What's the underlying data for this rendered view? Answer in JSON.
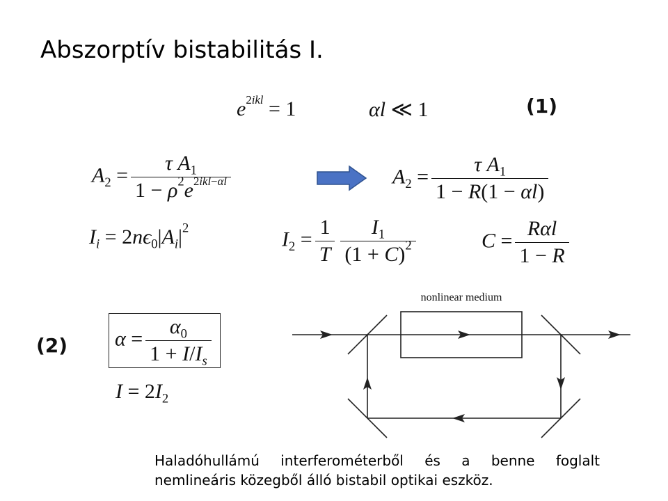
{
  "slide": {
    "title": "Abszorptív bistabilitás I.",
    "label_1": "(1)",
    "label_2": "(2)",
    "caption_line1": "Haladóhullámú interferométerből és a benne foglalt",
    "caption_line2": "nemlineáris közegből álló bistabil optikai eszköz.",
    "diagram_label": "nonlinear medium",
    "arrow_color": "#4a72c4"
  }
}
